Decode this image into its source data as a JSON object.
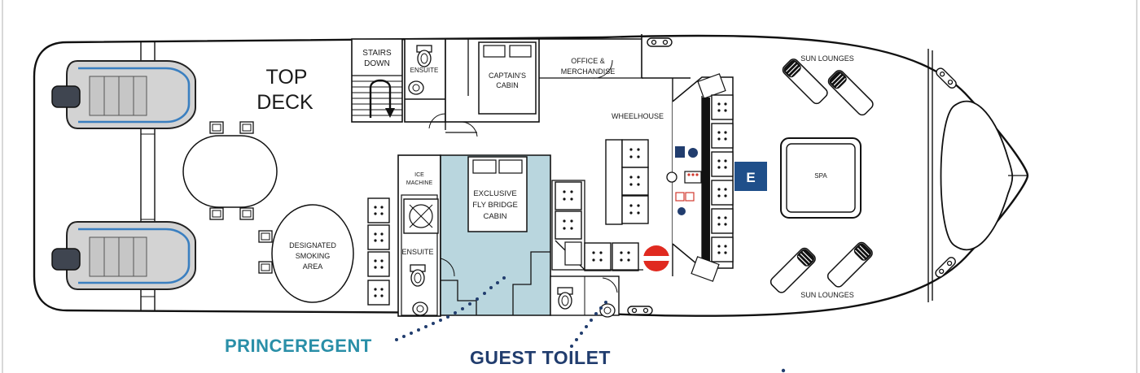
{
  "labels": {
    "top_deck_line1": "TOP",
    "top_deck_line2": "DECK",
    "stairs_line1": "STAIRS",
    "stairs_line2": "DOWN",
    "ensuite_top": "ENSUITE",
    "captains_line1": "CAPTAIN'S",
    "captains_line2": "CABIN",
    "office_line1": "OFFICE &",
    "office_line2": "MERCHANDISE",
    "wheelhouse": "WHEELHOUSE",
    "sun_lounges_top": "SUN LOUNGES",
    "sun_lounges_bottom": "SUN LOUNGES",
    "spa": "SPA",
    "ice_line1": "ICE",
    "ice_line2": "MACHINE",
    "ensuite_mid": "ENSUITE",
    "exclusive_line1": "EXCLUSIVE",
    "exclusive_line2": "FLY BRIDGE",
    "exclusive_line3": "CABIN",
    "smoking_line1": "DESIGNATED",
    "smoking_line2": "SMOKING",
    "smoking_line3": "AREA",
    "marker_e": "E"
  },
  "callouts": {
    "prince_regent": "PRINCEREGENT",
    "guest_toilet": "GUEST TOILET"
  },
  "colors": {
    "hull_line": "#111111",
    "cabin_highlight": "#b9d6de",
    "prince_text": "#2a8fa8",
    "toilet_text": "#213d6e",
    "tender_fill": "#d3d3d3",
    "tender_stripe": "#3a7fc0",
    "marker_e_fill": "#1f4f8a",
    "lifering": "#e02a20",
    "dot_leader": "#213d6e"
  }
}
